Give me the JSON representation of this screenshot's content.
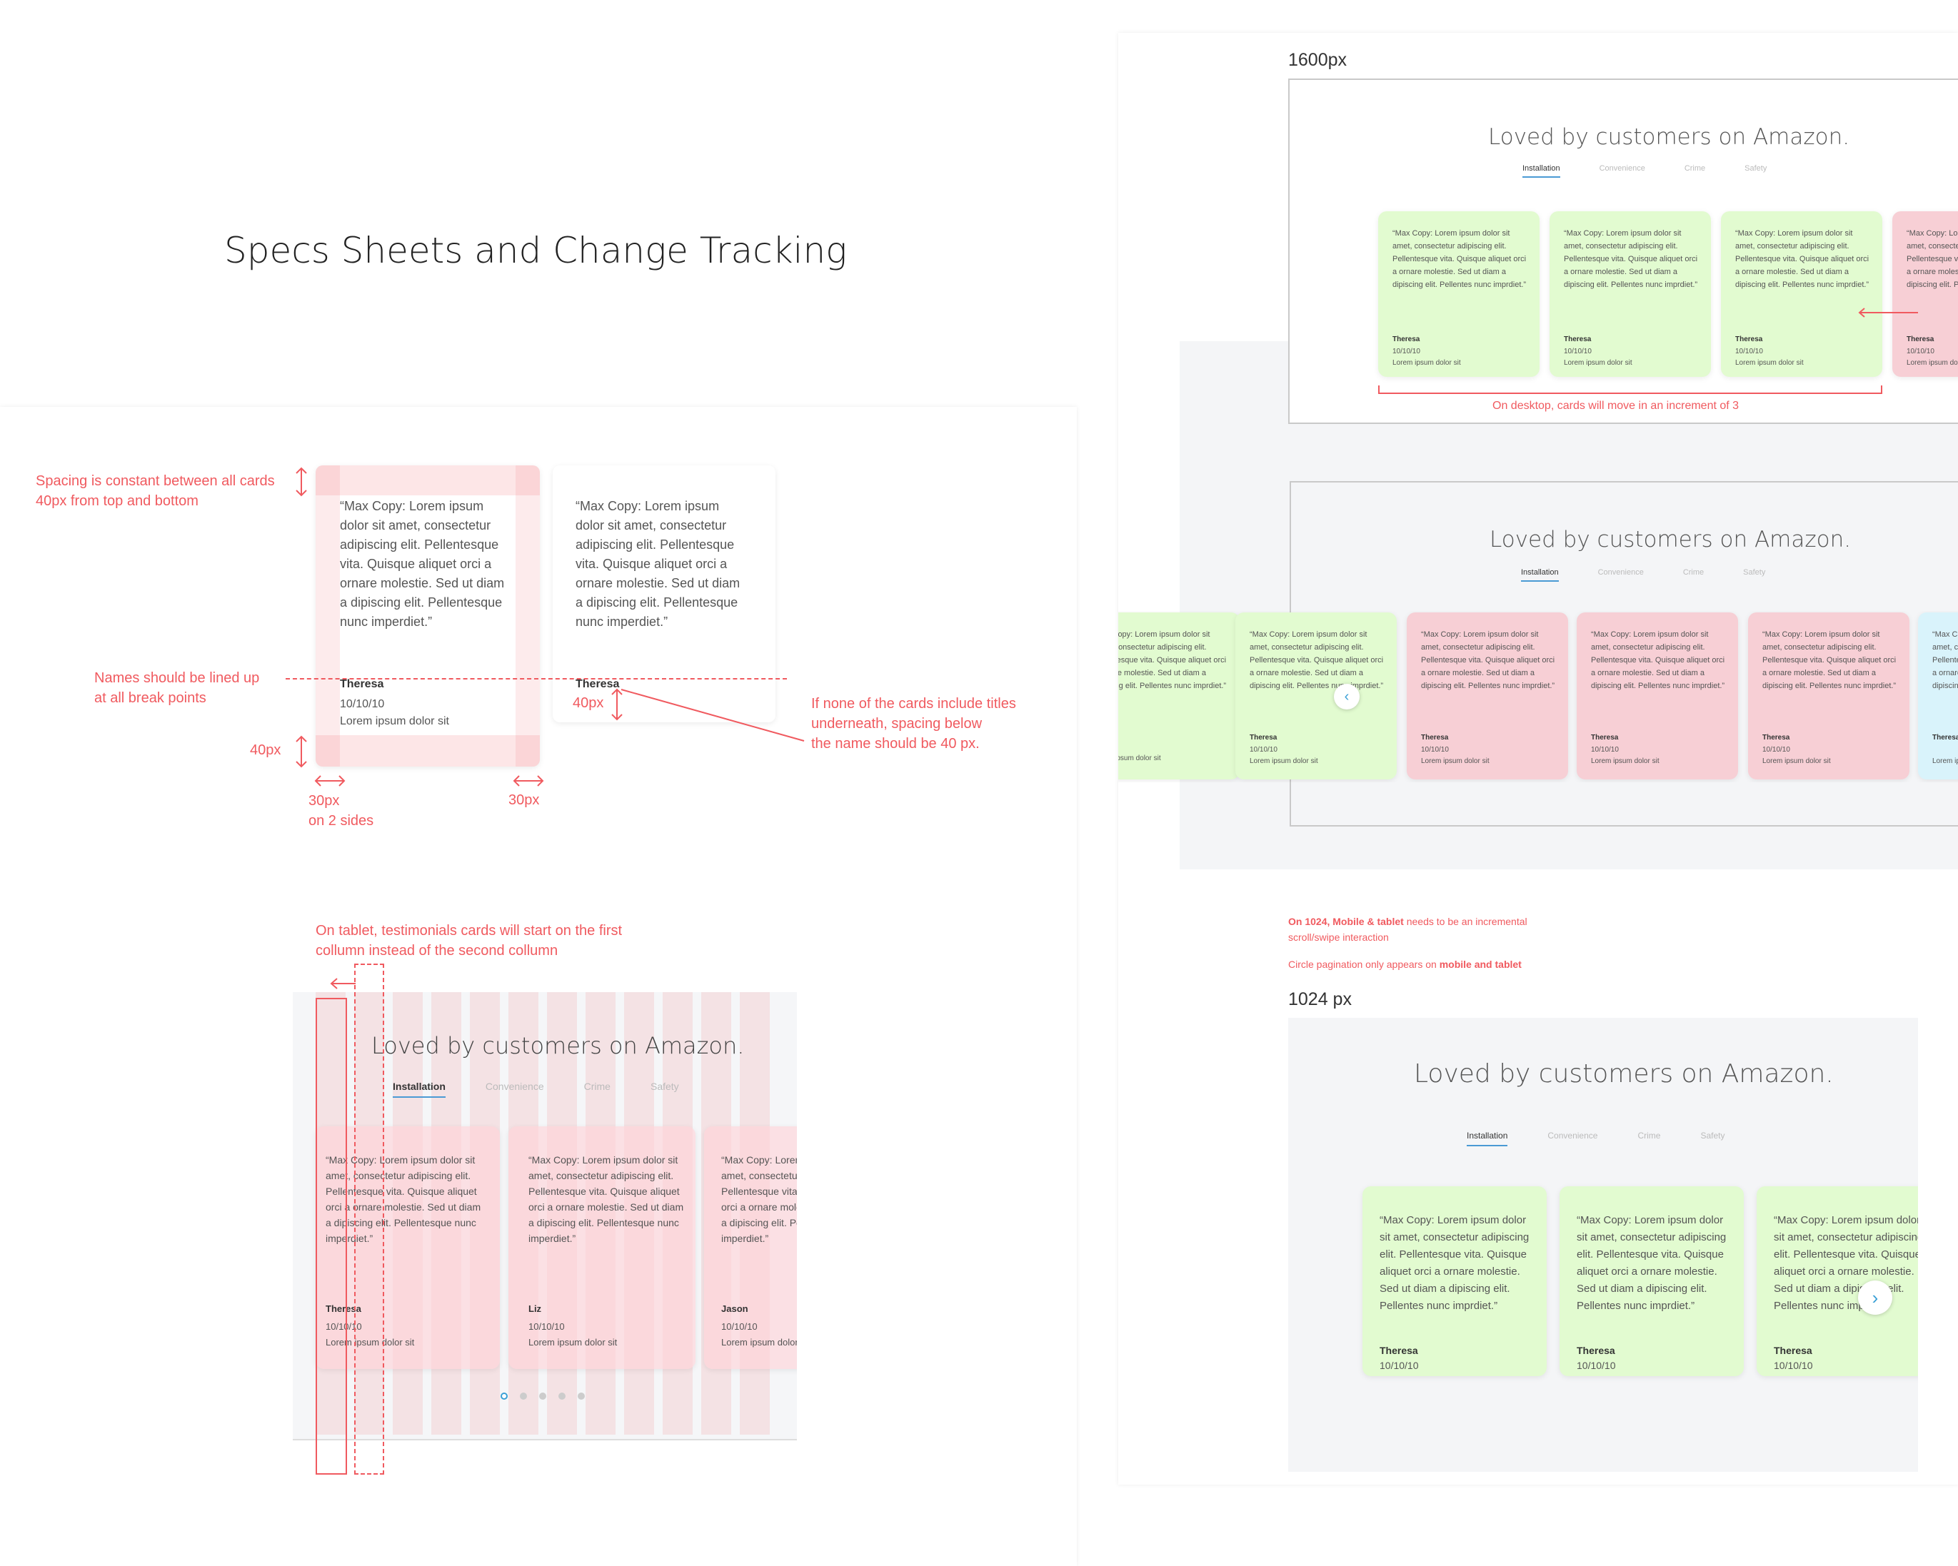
{
  "page_title": "Specs Sheets and Change Tracking",
  "section_heading": "Loved by customers on Amazon.",
  "tabs": [
    "Installation",
    "Convenience",
    "Crime",
    "Safety"
  ],
  "card_quote": "“Max Copy: Lorem ipsum dolor sit amet, consectetur adipiscing elit. Pellentesque vita. Quisque aliquet orci a ornare molestie. Sed ut diam a dipiscing elit. Pellentesque nunc imperdiet.”",
  "card_quote_short": "“Max Copy: Lorem ipsum dolor sit amet, consectetur adipiscing elit. Pellentesque vita. Quisque aliquet orci a ornare molestie. Sed ut diam a dipiscing elit. Pellentes nunc imprdiet.”",
  "card_date": "10/10/10",
  "card_sub": "Lorem ipsum dolor sit",
  "names": {
    "theresa": "Theresa",
    "liz": "Liz",
    "jason": "Jason"
  },
  "spec": {
    "spacing_note_1": "Spacing is constant between all cards",
    "spacing_note_2": "40px from top and bottom",
    "names_note_1": "Names should be lined up",
    "names_note_2": "at all break points",
    "px40": "40px",
    "px30": "30px",
    "two_sides": "on 2 sides",
    "titles_note_1": "If none of the cards include titles",
    "titles_note_2": "underneath, spacing below",
    "titles_note_3": "the name should be 40 px.",
    "tablet_note_1": "On tablet, testimonials cards will start on the first",
    "tablet_note_2": "collumn instead of the second collumn"
  },
  "desktop": {
    "label": "1600px",
    "increment_note": "On desktop, cards will move in an increment of 3"
  },
  "notes_1024": {
    "line1_bold": "On 1024, Mobile & tablet",
    "line1_rest": " needs to be an incremental",
    "line2": "scroll/swipe interaction",
    "line3_rest": "Circle pagination only appears on ",
    "line3_bold": "mobile and tablet"
  },
  "size_1024": {
    "label": "1024 px"
  },
  "icons": {
    "prev": "chevron-left-icon",
    "next": "chevron-right-icon"
  },
  "colors": {
    "accent_red": "#f05a5f",
    "card_green": "#e2fbd0",
    "card_pink": "#f7cfd5",
    "card_blue": "#d9f3fb",
    "tab_underline": "#4a9ad4"
  }
}
